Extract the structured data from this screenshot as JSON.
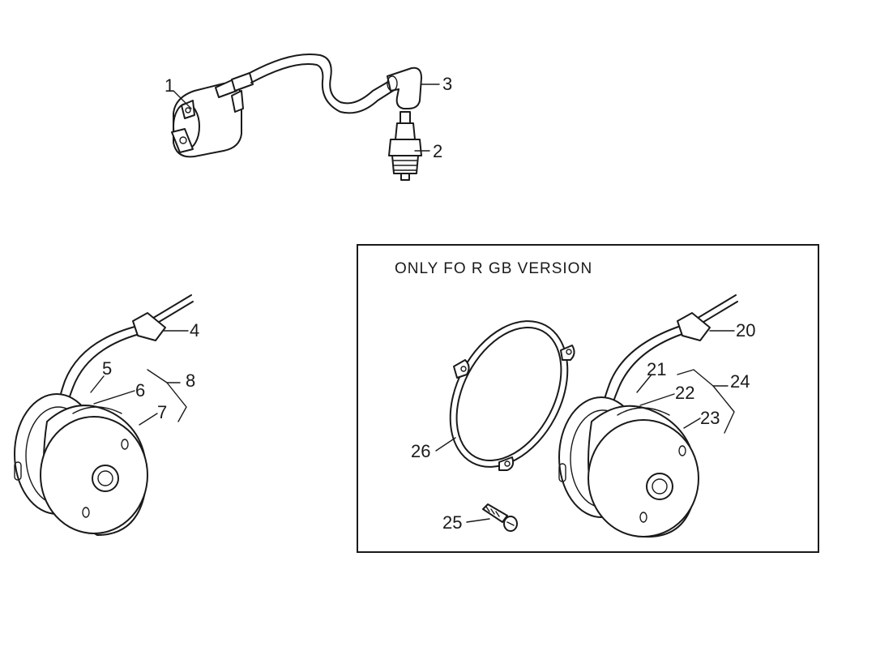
{
  "box": {
    "title": "ONLY FO R GB VERSION"
  },
  "callouts": [
    {
      "id": "c1",
      "text": "1"
    },
    {
      "id": "c2",
      "text": "2"
    },
    {
      "id": "c3",
      "text": "3"
    },
    {
      "id": "c4",
      "text": "4"
    },
    {
      "id": "c5",
      "text": "5"
    },
    {
      "id": "c6",
      "text": "6"
    },
    {
      "id": "c7",
      "text": "7"
    },
    {
      "id": "c8",
      "text": "8"
    },
    {
      "id": "c20",
      "text": "20"
    },
    {
      "id": "c21",
      "text": "21"
    },
    {
      "id": "c22",
      "text": "22"
    },
    {
      "id": "c23",
      "text": "23"
    },
    {
      "id": "c24",
      "text": "24"
    },
    {
      "id": "c25",
      "text": "25"
    },
    {
      "id": "c26",
      "text": "26"
    }
  ],
  "icons": {
    "ignition_coil": "ignition-coil-icon",
    "spark_plug": "spark-plug-icon",
    "plug_cap": "spark-plug-cap-icon",
    "stator": "stator-icon",
    "flywheel": "flywheel-icon",
    "shroud_ring": "shroud-ring-icon",
    "screw": "screw-icon"
  }
}
